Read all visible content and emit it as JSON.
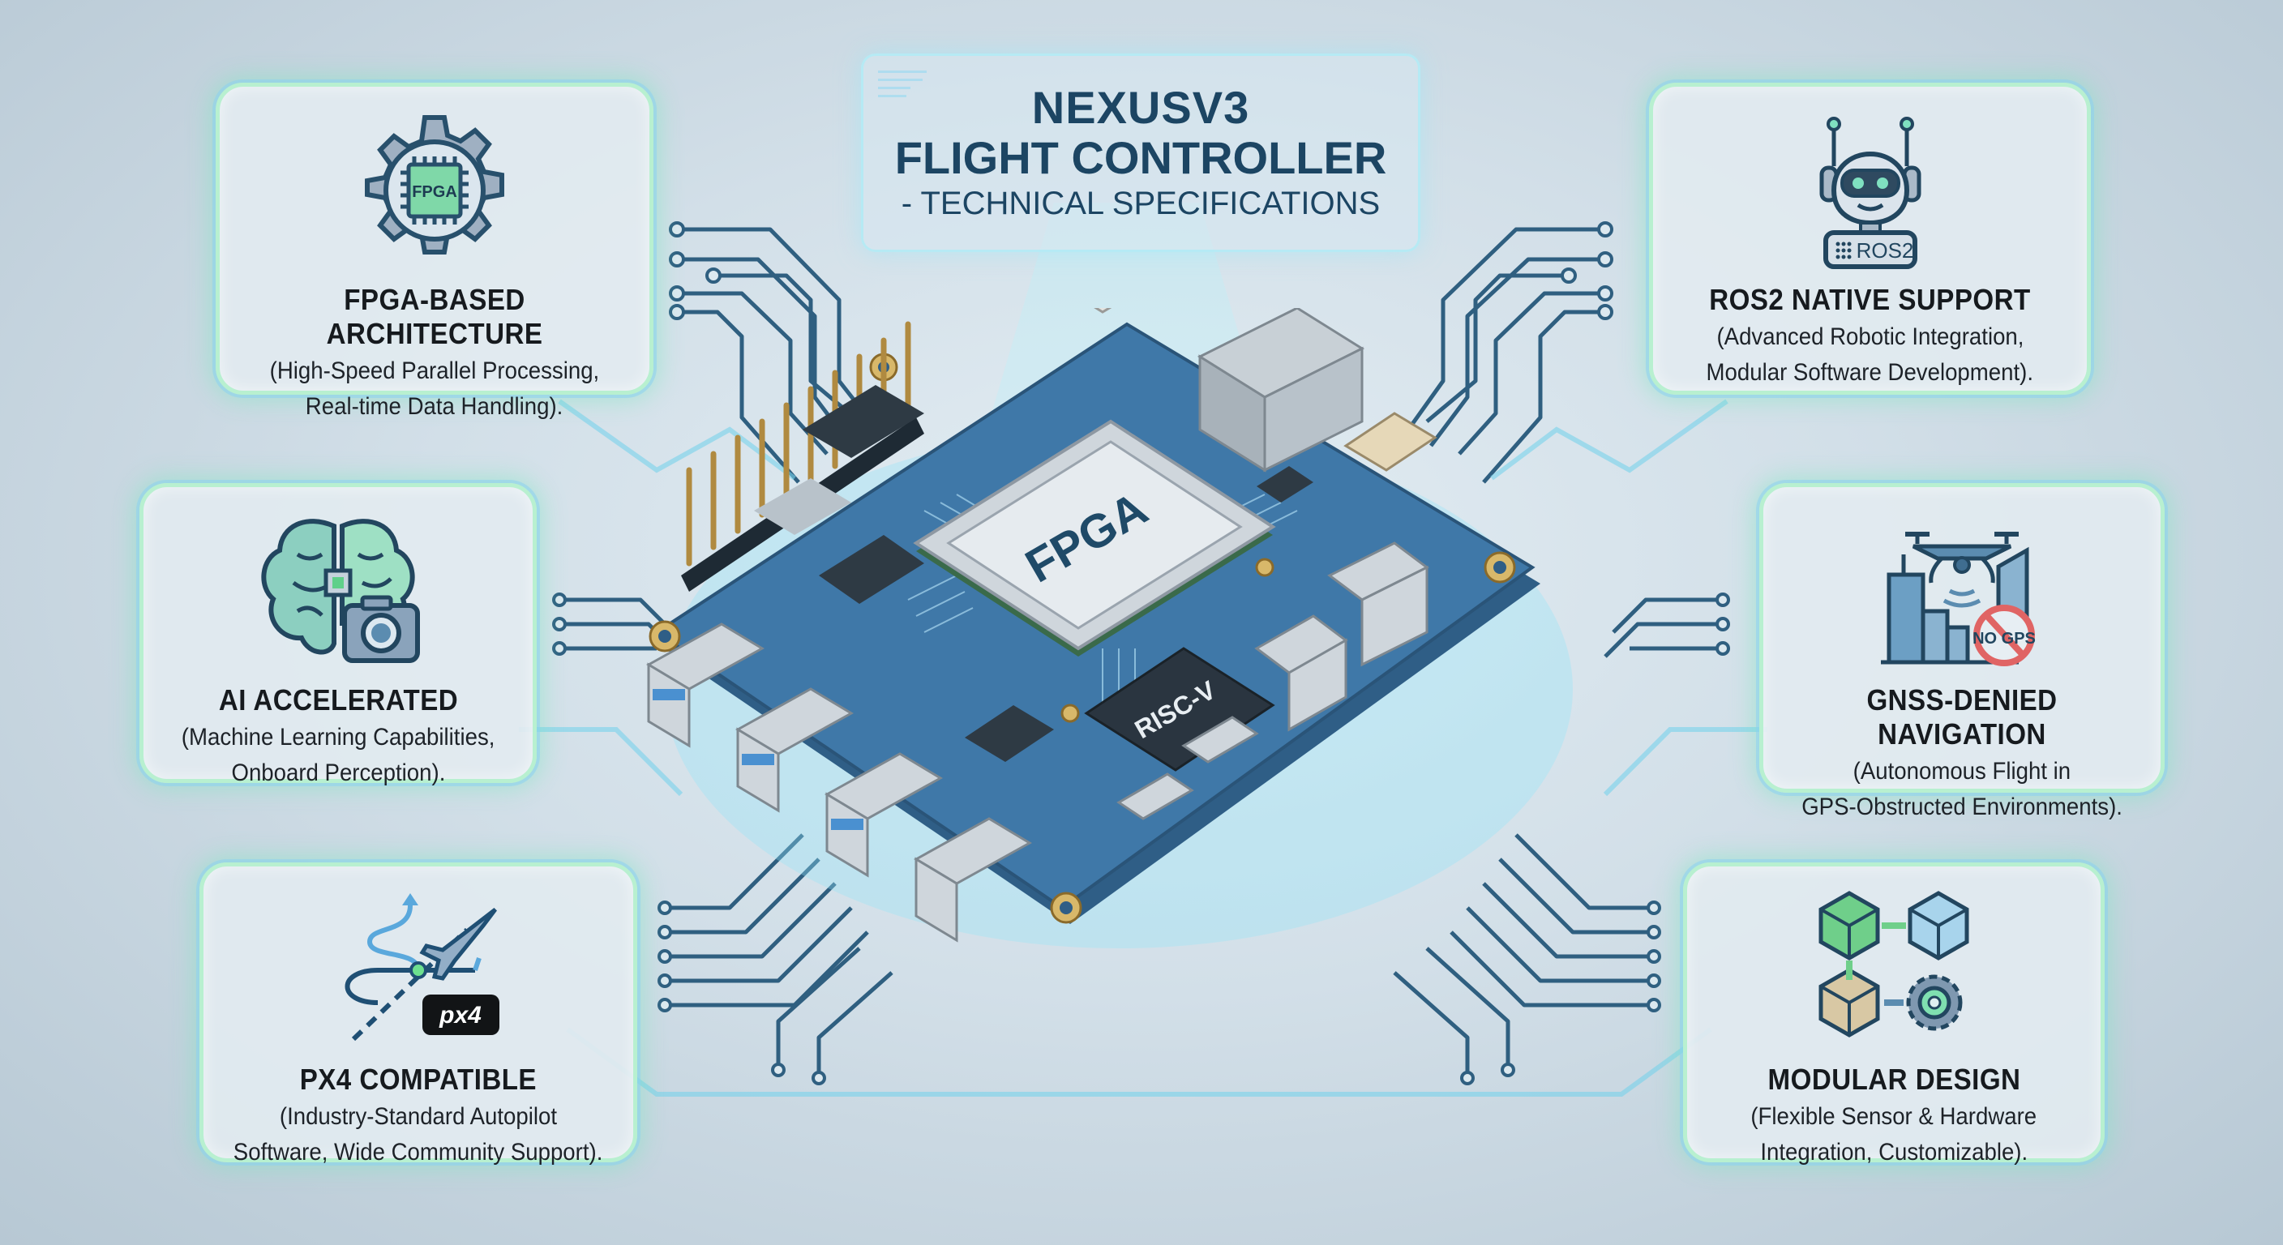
{
  "title": {
    "line1": "NEXUSV3",
    "line2": "FLIGHT CONTROLLER",
    "line3": "- TECHNICAL SPECIFICATIONS"
  },
  "features": {
    "fpga": {
      "icon": "gear-chip-icon",
      "icon_label": "FPGA",
      "title": "FPGA-BASED ARCHITECTURE",
      "desc1": "(High-Speed Parallel Processing,",
      "desc2": "Real-time Data Handling)."
    },
    "ai": {
      "icon": "brain-camera-icon",
      "title": "AI ACCELERATED",
      "desc1": "(Machine Learning Capabilities,",
      "desc2": "Onboard Perception)."
    },
    "px4": {
      "icon": "airplane-path-icon",
      "icon_label": "px4",
      "title": "PX4 COMPATIBLE",
      "desc1": "(Industry-Standard Autopilot",
      "desc2": "Software, Wide Community Support)."
    },
    "ros2": {
      "icon": "robot-icon",
      "icon_label": "ROS2",
      "title": "ROS2 NATIVE SUPPORT",
      "desc1": "(Advanced Robotic Integration,",
      "desc2": "Modular Software Development)."
    },
    "gnss": {
      "icon": "drone-city-no-gps-icon",
      "icon_label": "NO GPS",
      "title": "GNSS-DENIED NAVIGATION",
      "desc1": "(Autonomous Flight in",
      "desc2": "GPS-Obstructed Environments)."
    },
    "modular": {
      "icon": "cubes-gear-icon",
      "title": "MODULAR DESIGN",
      "desc1": "(Flexible Sensor & Hardware",
      "desc2": "Integration, Customizable)."
    }
  },
  "board": {
    "main_chip_label": "FPGA",
    "secondary_chip_label": "RISC-V"
  },
  "colors": {
    "title_text": "#1c4563",
    "card_glow": "#8ee8b8",
    "card_edge_blue": "#8cd2f0",
    "board_pcb": "#3f78a8",
    "trace": "#2f5f80",
    "accent_green": "#5fd08a"
  }
}
